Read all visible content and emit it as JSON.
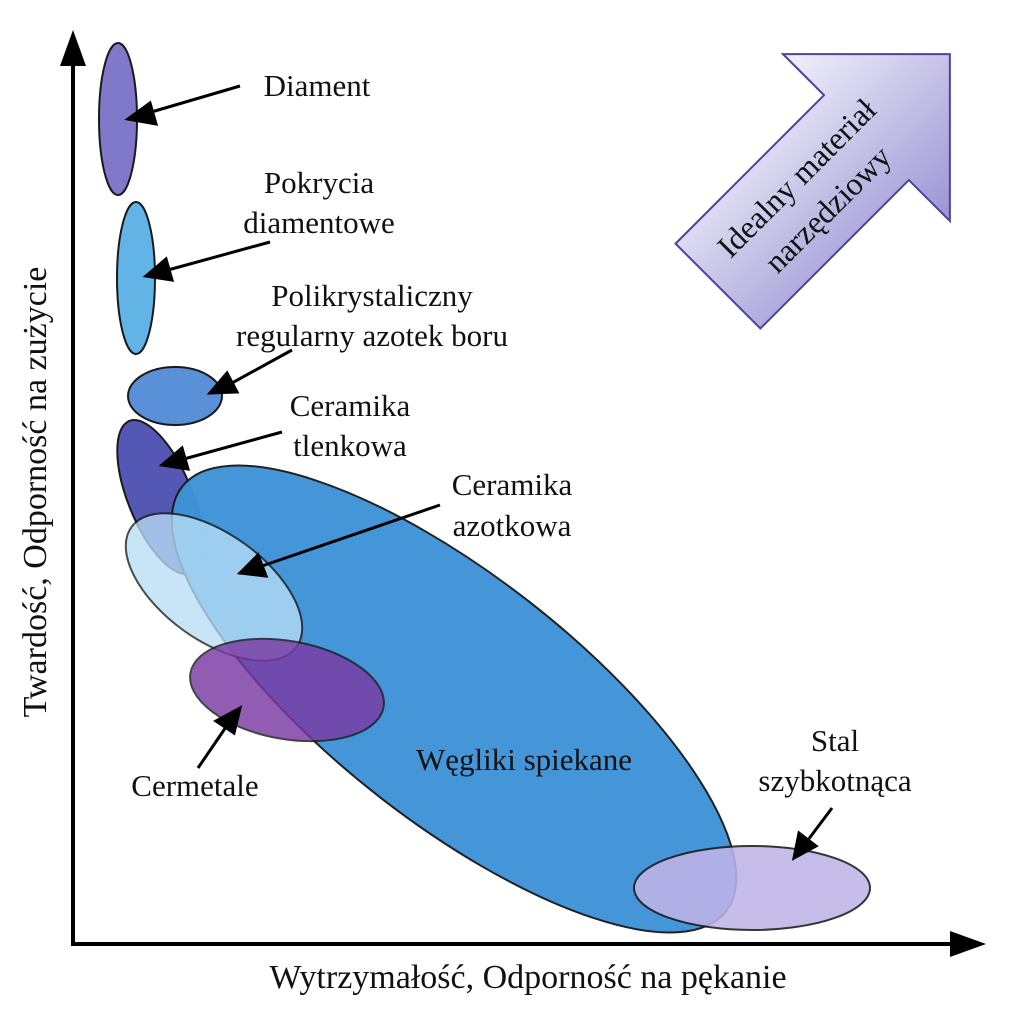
{
  "diagram": {
    "y_axis_label": "Twardość, Odporność na zużycie",
    "x_axis_label": "Wytrzymałość, Odporność na pękanie",
    "ideal_arrow": {
      "line1": "Idealny materiał",
      "line2": "narzędziowy",
      "color_light": "#f2f2fa",
      "color_dark": "#9a94d4"
    },
    "regions": [
      {
        "id": "diament",
        "lines": [
          "Diament"
        ],
        "color": "#8078c8"
      },
      {
        "id": "pokrycia",
        "lines": [
          "Pokrycia",
          "diamentowe"
        ],
        "color": "#62b4e6"
      },
      {
        "id": "pcbn",
        "lines": [
          "Polikrystaliczny",
          "regularny azotek boru"
        ],
        "color": "#5a90d8"
      },
      {
        "id": "ceramika-tlenkowa",
        "lines": [
          "Ceramika",
          "tlenkowa"
        ],
        "color": "#5458b4"
      },
      {
        "id": "weгliki",
        "lines": [
          "Węgliki spiekane"
        ],
        "color": "#3f93d8"
      },
      {
        "id": "ceramika-azotkowa",
        "lines": [
          "Ceramika",
          "azotkowa"
        ],
        "color": "#b8def6"
      },
      {
        "id": "cermetale",
        "lines": [
          "Cermetale"
        ],
        "color": "#7a3aa4"
      },
      {
        "id": "stal",
        "lines": [
          "Stal",
          "szybkotnąca"
        ],
        "color": "#c0b4e8"
      }
    ]
  }
}
